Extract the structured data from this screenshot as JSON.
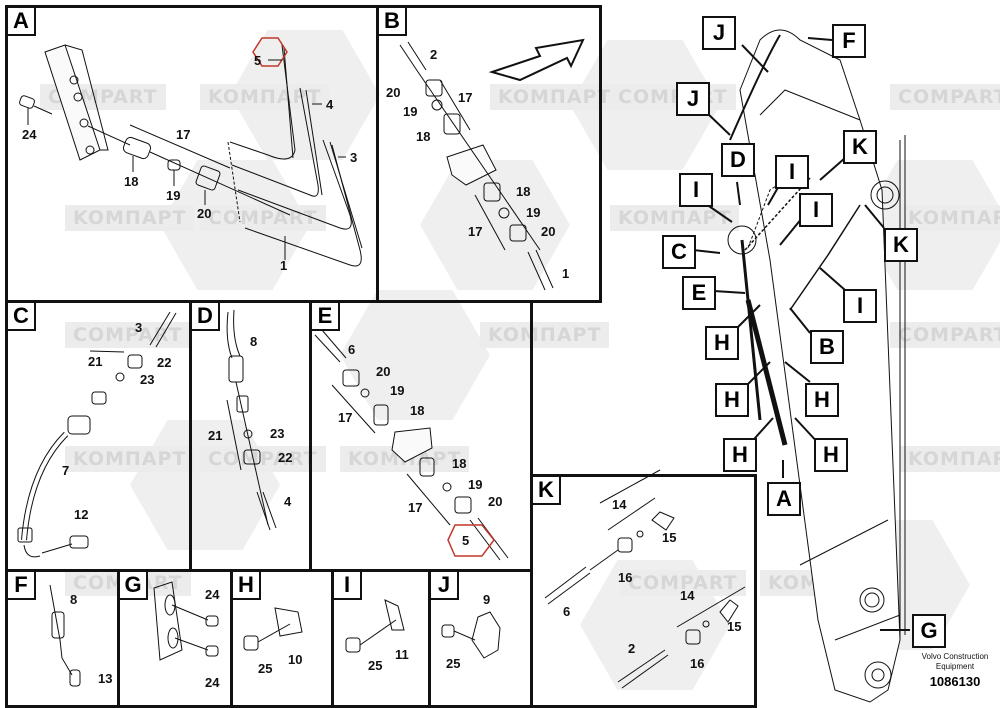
{
  "drawing": {
    "manufacturer_caption": "Volvo Construction\nEquipment",
    "manufacturer_line1": "Volvo Construction",
    "manufacturer_line2": "Equipment",
    "document_number": "1086130",
    "watermark_texts": [
      "COMPART",
      "KOMПАРТ"
    ],
    "highlight_color": "#c0392b",
    "line_color": "#111111"
  },
  "panels": {
    "A": {
      "label": "A",
      "numbers": [
        "5",
        "4",
        "3",
        "17",
        "24",
        "18",
        "19",
        "20",
        "1"
      ]
    },
    "B": {
      "label": "B",
      "numbers": [
        "2",
        "20",
        "17",
        "19",
        "18",
        "18",
        "19",
        "17",
        "20",
        "1"
      ]
    },
    "C": {
      "label": "C",
      "numbers": [
        "3",
        "21",
        "22",
        "23",
        "7",
        "12"
      ]
    },
    "D": {
      "label": "D",
      "numbers": [
        "8",
        "21",
        "23",
        "22",
        "4"
      ]
    },
    "E": {
      "label": "E",
      "numbers": [
        "6",
        "20",
        "19",
        "18",
        "17",
        "18",
        "19",
        "17",
        "20",
        "5"
      ]
    },
    "K": {
      "label": "K",
      "numbers": [
        "14",
        "15",
        "16",
        "6",
        "14",
        "15",
        "2",
        "16"
      ]
    },
    "F": {
      "label": "F",
      "numbers": [
        "8",
        "13"
      ]
    },
    "G": {
      "label": "G",
      "numbers": [
        "24",
        "24"
      ]
    },
    "H": {
      "label": "H",
      "numbers": [
        "25",
        "10"
      ]
    },
    "I": {
      "label": "I",
      "numbers": [
        "25",
        "11"
      ]
    },
    "J": {
      "label": "J",
      "numbers": [
        "9",
        "25"
      ]
    }
  },
  "overview_callouts": [
    "J",
    "F",
    "J",
    "D",
    "K",
    "I",
    "I",
    "I",
    "C",
    "K",
    "E",
    "I",
    "H",
    "B",
    "H",
    "H",
    "H",
    "H",
    "A",
    "G"
  ]
}
